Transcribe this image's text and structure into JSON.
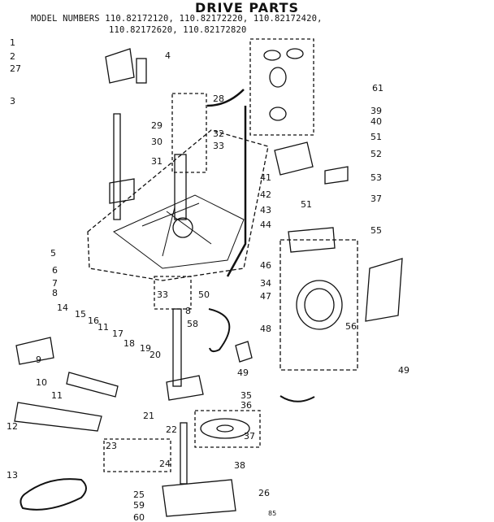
{
  "title": "DRIVE PARTS",
  "model_line_1": "MODEL NUMBERS 110.82172120, 110.82172220, 110.82172420,",
  "model_line_2": "110.82172620, 110.82172820",
  "callouts": [
    "1",
    "2",
    "27",
    "3",
    "4",
    "29",
    "30",
    "31",
    "28",
    "32",
    "33",
    "61",
    "39",
    "40",
    "51",
    "52",
    "41",
    "42",
    "53",
    "37",
    "43",
    "51",
    "44",
    "55",
    "5",
    "46",
    "6",
    "33",
    "50",
    "34",
    "7",
    "47",
    "8",
    "8",
    "58",
    "48",
    "56",
    "14",
    "15",
    "16",
    "11",
    "17",
    "18",
    "19",
    "20",
    "49",
    "49",
    "9",
    "10",
    "11",
    "35",
    "36",
    "12",
    "21",
    "22",
    "37",
    "23",
    "24",
    "38",
    "13",
    "25",
    "26",
    "59",
    "60"
  ],
  "page_mark": "85"
}
